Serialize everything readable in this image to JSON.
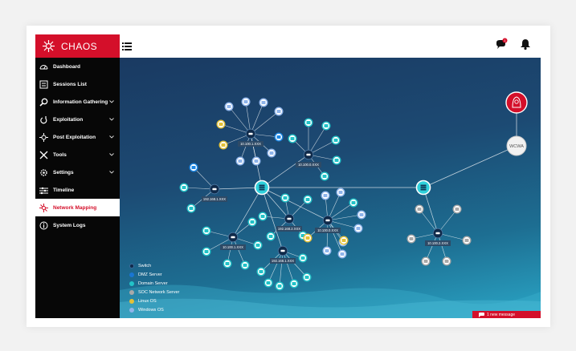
{
  "app": {
    "name": "CHAOS"
  },
  "header": {
    "chat_badge": "1"
  },
  "sidebar": {
    "items": [
      {
        "label": "Dashboard",
        "icon": "dashboard-icon",
        "has_submenu": false
      },
      {
        "label": "Sessions List",
        "icon": "list-icon",
        "has_submenu": false
      },
      {
        "label": "Information Gathering",
        "icon": "search-icon",
        "has_submenu": true
      },
      {
        "label": "Exploitation",
        "icon": "exploit-icon",
        "has_submenu": true
      },
      {
        "label": "Post Exploitation",
        "icon": "virus-icon",
        "has_submenu": true
      },
      {
        "label": "Tools",
        "icon": "tools-icon",
        "has_submenu": true
      },
      {
        "label": "Settings",
        "icon": "gear-icon",
        "has_submenu": true
      },
      {
        "label": "Timeline",
        "icon": "timeline-icon",
        "has_submenu": false
      },
      {
        "label": "Network Mapping",
        "icon": "network-icon",
        "has_submenu": false,
        "active": true
      },
      {
        "label": "System Logs",
        "icon": "info-icon",
        "has_submenu": false
      }
    ]
  },
  "map": {
    "node_labels": {
      "s1": "10.100.1.XXX",
      "s2": "10.100.0.XXX",
      "s3": "192.168.1.XXX",
      "s4": "192.168.2.XXX",
      "s5": "10.100.0.XXX",
      "s6": "10.100.1.XXX",
      "s7": "192.168.1.XXX",
      "s8": "10.100.2.XXX",
      "wcwa": "WCWA"
    }
  },
  "legend": [
    {
      "label": "Switch",
      "color": "#0f2a4a"
    },
    {
      "label": "DMZ Server",
      "color": "#1976d2"
    },
    {
      "label": "Domain Server",
      "color": "#22c3c8"
    },
    {
      "label": "SOC Network Server",
      "color": "#a9a9a9"
    },
    {
      "label": "Linux OS",
      "color": "#e3c137"
    },
    {
      "label": "Windows OS",
      "color": "#8fb4ea"
    }
  ],
  "toast": {
    "text": "1 new message"
  },
  "colors": {
    "brand": "#d40f2a",
    "sidebar": "#070707",
    "active_text": "#d40f2a"
  }
}
